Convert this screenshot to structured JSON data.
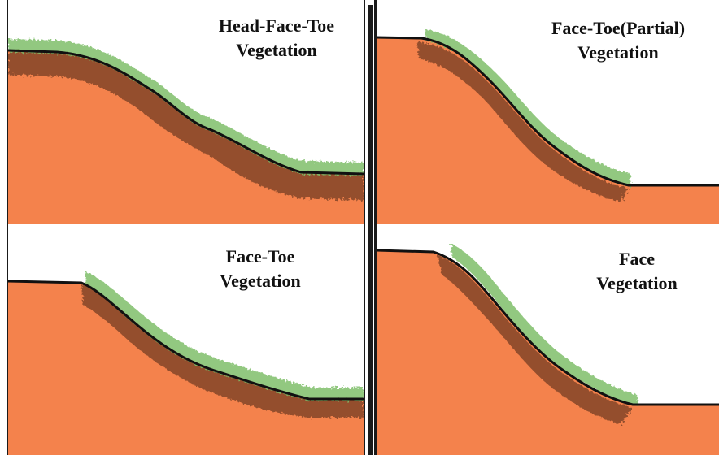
{
  "colors": {
    "soil": "#f4824c",
    "root_zone": "#8a4a2a",
    "vegetation": "#7fbf6a",
    "surface_line": "#111111",
    "background": "#ffffff"
  },
  "panels": [
    {
      "id": "head-face-toe",
      "title_line1": "Head-Face-Toe",
      "title_line2": "Vegetation"
    },
    {
      "id": "face-toe-partial",
      "title_line1": "Face-Toe(Partial)",
      "title_line2": "Vegetation"
    },
    {
      "id": "face-toe",
      "title_line1": "Face-Toe",
      "title_line2": "Vegetation"
    },
    {
      "id": "face",
      "title_line1": "Face",
      "title_line2": "Vegetation"
    }
  ]
}
